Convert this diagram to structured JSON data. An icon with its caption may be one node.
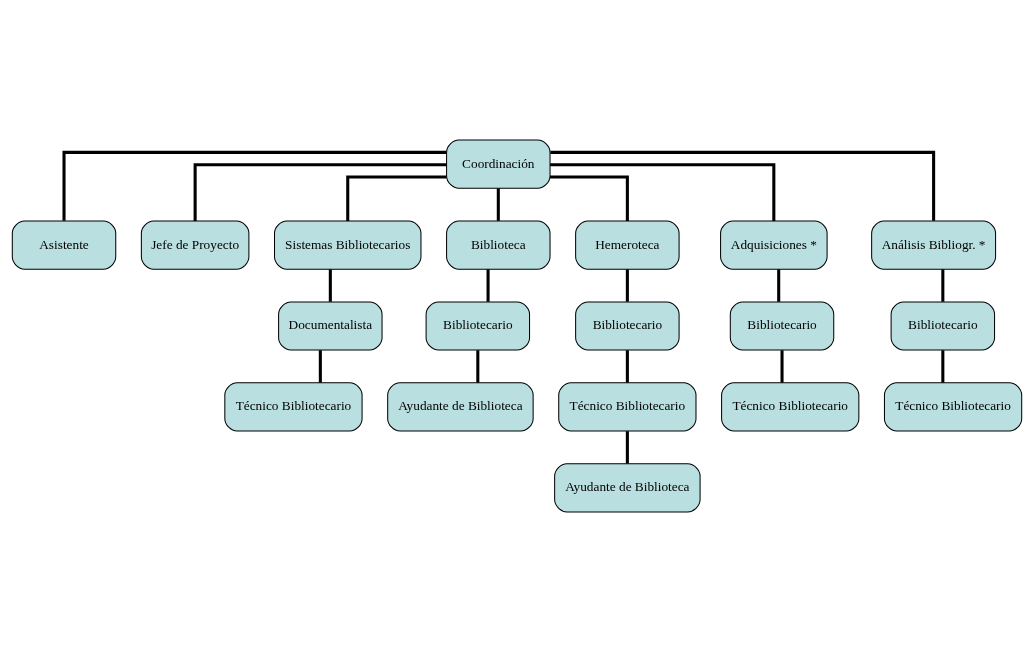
{
  "diagram": {
    "nodes": [
      {
        "text": [
          "Coordinación"
        ]
      },
      {
        "text": [
          "Asistente"
        ]
      },
      {
        "text": [
          "Jefe de Proyecto"
        ]
      },
      {
        "text": [
          "Sistemas Bibliotecarios"
        ]
      },
      {
        "text": [
          "Biblioteca"
        ]
      },
      {
        "text": [
          "Hemeroteca"
        ]
      },
      {
        "text": [
          "Adquisiciones *"
        ]
      },
      {
        "text": [
          "Análisis Bibliogr. *"
        ]
      },
      {
        "text": [
          "Documentalista"
        ]
      },
      {
        "text": [
          "Técnico Bibliotecario"
        ]
      },
      {
        "text": [
          "Bibliotecario"
        ]
      },
      {
        "text": [
          "Ayudante de Biblioteca"
        ]
      },
      {
        "text": [
          "Bibliotecario"
        ]
      },
      {
        "text": [
          "Técnico Bibliotecario"
        ]
      },
      {
        "text": [
          "Ayudante de Biblioteca"
        ]
      },
      {
        "text": [
          "Bibliotecario"
        ]
      },
      {
        "text": [
          "Técnico Bibliotecario"
        ]
      },
      {
        "text": [
          "Bibliotecario"
        ]
      },
      {
        "text": [
          "Técnico Bibliotecario"
        ]
      }
    ],
    "edges": [
      {
        "from": 0,
        "to": 1,
        "arrow": "none"
      },
      {
        "from": 0,
        "to": 2,
        "arrow": "none"
      },
      {
        "from": 0,
        "to": 3,
        "arrow": "none"
      },
      {
        "from": 0,
        "to": 4,
        "arrow": "none"
      },
      {
        "from": 0,
        "to": 5,
        "arrow": "none"
      },
      {
        "from": 0,
        "to": 6,
        "arrow": "none"
      },
      {
        "from": 0,
        "to": 7,
        "arrow": "none"
      },
      {
        "from": 3,
        "to": 8,
        "arrow": "none"
      },
      {
        "from": 8,
        "to": 9,
        "arrow": "none"
      },
      {
        "from": 4,
        "to": 10,
        "arrow": "none"
      },
      {
        "from": 10,
        "to": 11,
        "arrow": "none"
      },
      {
        "from": 5,
        "to": 12,
        "arrow": "none"
      },
      {
        "from": 12,
        "to": 13,
        "arrow": "none"
      },
      {
        "from": 13,
        "to": 14,
        "arrow": "none"
      },
      {
        "from": 6,
        "to": 15,
        "arrow": "none"
      },
      {
        "from": 15,
        "to": 16,
        "arrow": "none"
      },
      {
        "from": 7,
        "to": 17,
        "arrow": "none"
      },
      {
        "from": 17,
        "to": 18,
        "arrow": "none"
      }
    ]
  }
}
